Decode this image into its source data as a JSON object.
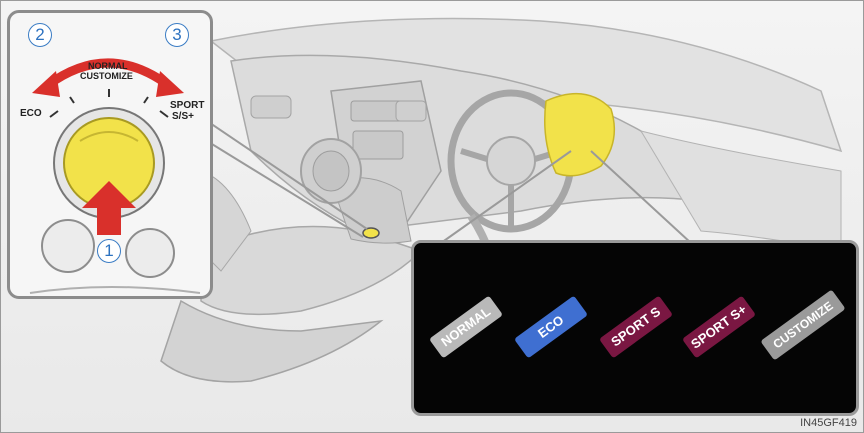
{
  "inset": {
    "callouts": [
      "2",
      "3",
      "1"
    ],
    "dial_labels": {
      "left": "ECO",
      "top_line1": "NORMAL",
      "top_line2": "CUSTOMIZE",
      "right_line1": "SPORT",
      "right_line2": "S/S+"
    }
  },
  "display_panel": {
    "modes": [
      {
        "label": "NORMAL",
        "color": "#b9b9b9"
      },
      {
        "label": "ECO",
        "color": "#3f6fd1"
      },
      {
        "label": "SPORT S",
        "color": "#7a1742"
      },
      {
        "label": "SPORT S+",
        "color": "#7a1742"
      },
      {
        "label": "CUSTOMIZE",
        "color": "#9a9a9a"
      }
    ]
  },
  "colors": {
    "highlight_yellow": "#f2e24a",
    "arrow_red": "#d9302b",
    "callout_blue": "#2d72c0"
  },
  "figure_code": "IN45GF419"
}
